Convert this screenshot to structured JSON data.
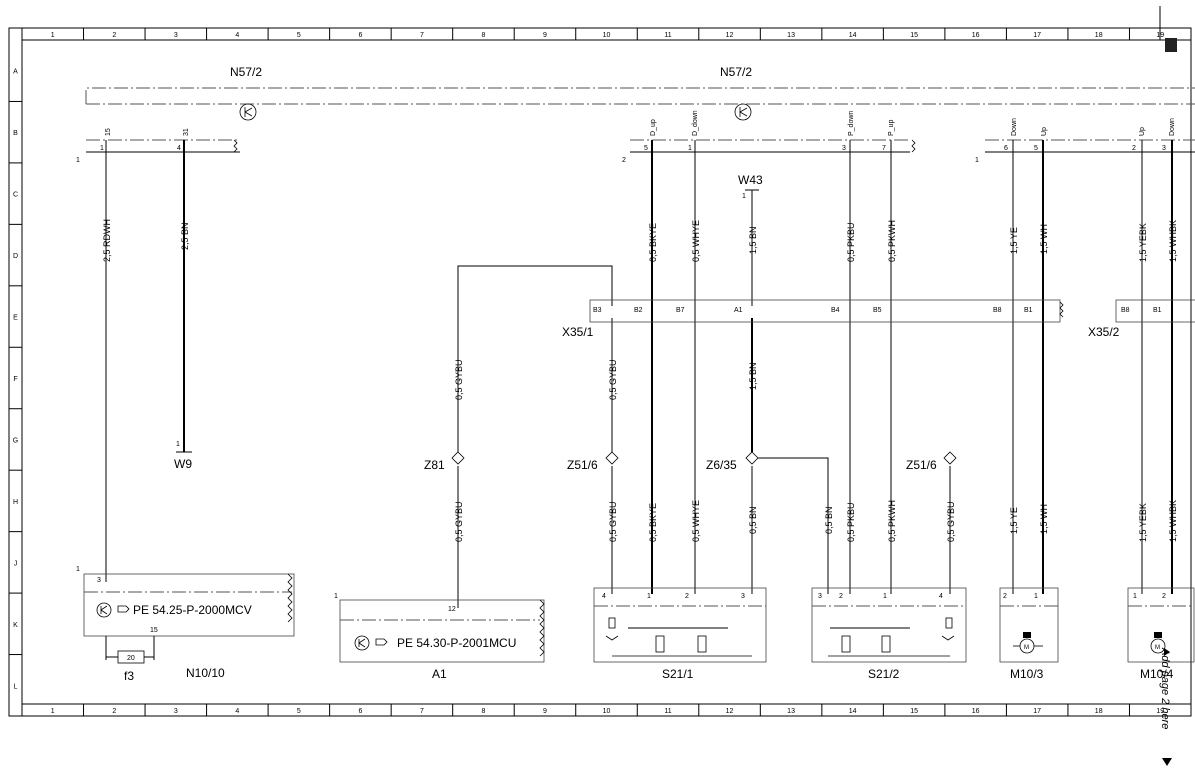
{
  "grid": {
    "columns": [
      "1",
      "2",
      "3",
      "4",
      "5",
      "6",
      "7",
      "8",
      "9",
      "10",
      "11",
      "12",
      "13",
      "14",
      "15",
      "16",
      "17",
      "18",
      "19"
    ],
    "rows": [
      "A",
      "B",
      "C",
      "D",
      "E",
      "F",
      "G",
      "H",
      "J",
      "K",
      "L"
    ]
  },
  "components": {
    "n57_left": "N57/2",
    "n57_right": "N57/2",
    "w43": "W43",
    "w9": "W9",
    "x35_1": "X35/1",
    "x35_2": "X35/2",
    "z81": "Z81",
    "z51_6_a": "Z51/6",
    "z6_35": "Z6/35",
    "z51_6_b": "Z51/6",
    "n10_10": "N10/10",
    "f3": "f3",
    "a1": "A1",
    "s21_1": "S21/1",
    "s21_2": "S21/2",
    "m10_3": "M10/3",
    "m10_4": "M10/4"
  },
  "references": {
    "pe_2000": "PE 54.25-P-2000MCV",
    "pe_2001": "PE 54.30-P-2001MCU",
    "page_note": "Add page 2 here"
  },
  "signals": {
    "s15": "15",
    "s31": "31",
    "d_up": "D_up",
    "d_down": "D_down",
    "p_down": "P_down",
    "p_up": "P_up",
    "down_a": "Down",
    "up_a": "Up",
    "up_b": "Up",
    "down_b": "Down"
  },
  "pins": {
    "n57_l_1": "1",
    "n57_l_4": "4",
    "n57_l_con": "1",
    "n57_r_con2": "2",
    "n57_r_5": "5",
    "n57_r_1": "1",
    "n57_r_3": "3",
    "n57_r_7": "7",
    "n57_r_con1": "1",
    "n57_r_6": "6",
    "n57_r_5b": "5",
    "n57_r_2": "2",
    "n57_r_3b": "3",
    "w43_1": "1",
    "w9_1": "1",
    "x_b3": "B3",
    "x_b2": "B2",
    "x_b7": "B7",
    "x_a1": "A1",
    "x_b4": "B4",
    "x_b5": "B5",
    "x_b8": "B8",
    "x_b1": "B1",
    "x2_b8": "B8",
    "x2_b1": "B1",
    "n10_con": "1",
    "n10_3": "3",
    "n10_15": "15",
    "f3_20": "20",
    "a1_con": "1",
    "a1_12": "12",
    "s211_4": "4",
    "s211_1": "1",
    "s211_2": "2",
    "s211_3": "3",
    "s212_3": "3",
    "s212_2": "2",
    "s212_1": "1",
    "s212_4": "4",
    "m103_2": "2",
    "m103_1": "1",
    "m104_1": "1",
    "m104_2": "2"
  },
  "wires": {
    "w_rdwh": "2,5 RDWH",
    "w_bn25": "2,5 BN",
    "w_bkye_top": "0,5 BKYE",
    "w_whye_top": "0,5 WHYE",
    "w_bn15_top": "1,5 BN",
    "w_pkbu_top": "0,5 PKBU",
    "w_pkwh_top": "0,5 PKWH",
    "w_ye_top": "1,5 YE",
    "w_wh_top": "1,5 WH",
    "w_yebk_top": "1,5 YEBK",
    "w_whbk_top": "1,5 WHBK",
    "w_gybu_z81": "0,5 GYBU",
    "w_gybu_x": "0,5 GYBU",
    "w_bn15_mid": "1,5 BN",
    "w_gybu_a1": "0,5 GYBU",
    "w_gybu_s211": "0,5 GYBU",
    "w_bkye_bot": "0,5 BKYE",
    "w_whye_bot": "0,5 WHYE",
    "w_bn05_bot": "0,5 BN",
    "w_bn05_s212": "0,5 BN",
    "w_pkbu_bot": "0,5 PKBU",
    "w_pkwh_bot": "0,5 PKWH",
    "w_gybu_s212": "0,5 GYBU",
    "w_ye_bot": "1,5 YE",
    "w_wh_bot": "1,5 WH",
    "w_yebk_bot": "1,5 YEBK",
    "w_whbk_bot": "1,5 WHBK"
  }
}
